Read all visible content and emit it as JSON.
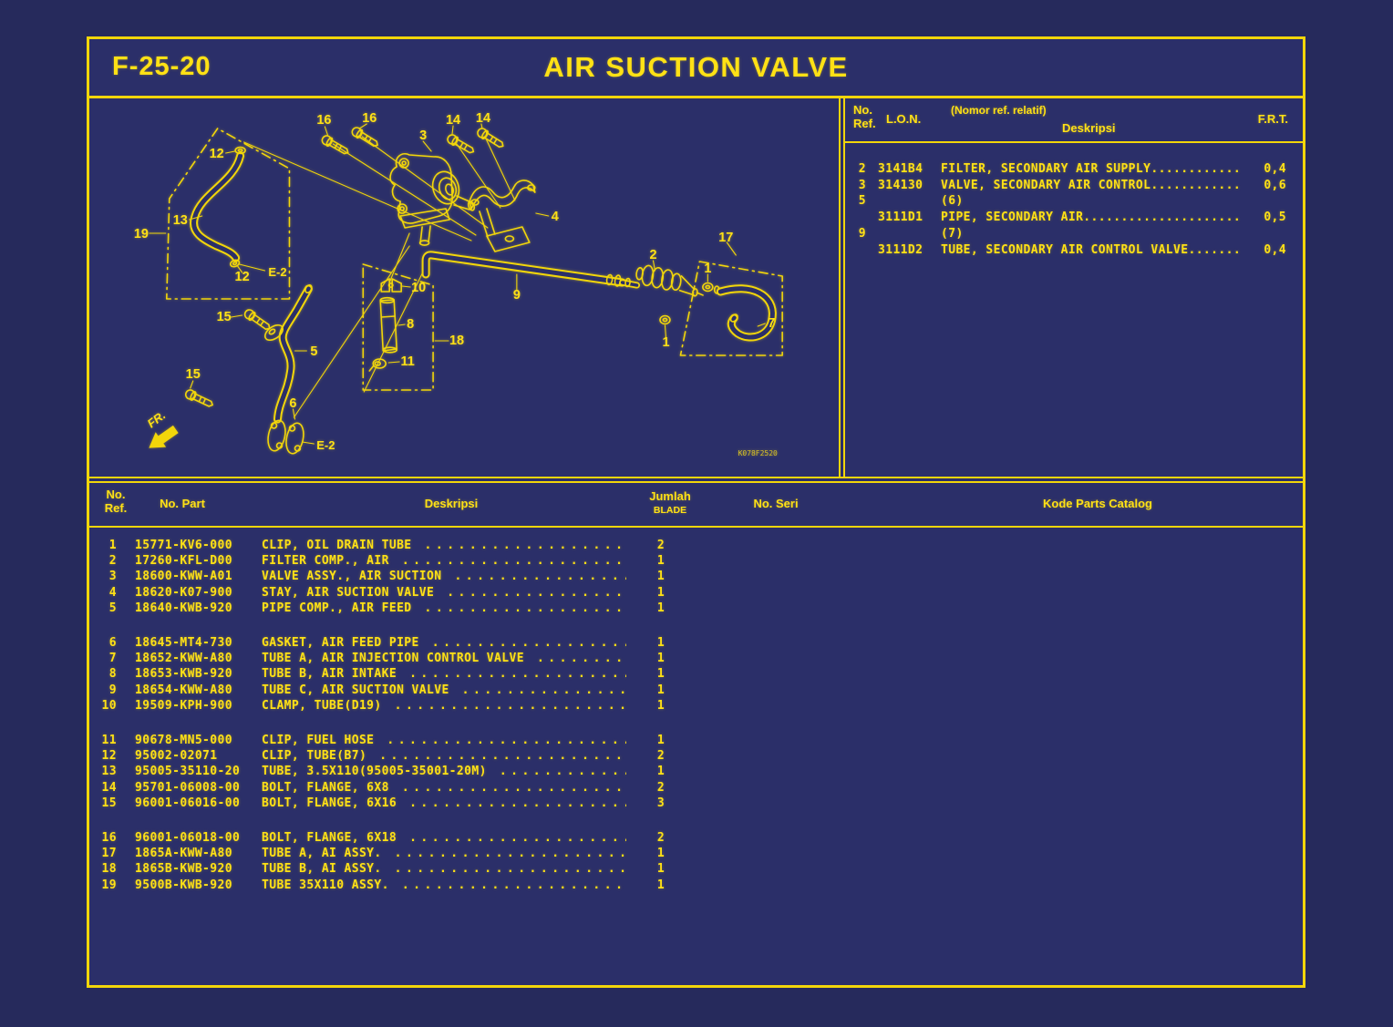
{
  "header": {
    "code": "F-25-20",
    "title": "AIR SUCTION VALVE"
  },
  "lon_panel": {
    "col_no": "No.",
    "col_ref": "Ref.",
    "col_lon": "L.O.N.",
    "col_note": "(Nomor ref. relatif)",
    "col_desc": "Deskripsi",
    "col_frt": "F.R.T.",
    "rows": [
      {
        "ref": "2",
        "lon": "3141B4",
        "desc": "FILTER, SECONDARY AIR SUPPLY............",
        "frt": "0,4"
      },
      {
        "ref": "3",
        "lon": "314130",
        "desc": "VALVE, SECONDARY AIR CONTROL............",
        "frt": "0,6"
      },
      {
        "ref": "5",
        "lon": "",
        "desc": "(6)",
        "frt": ""
      },
      {
        "ref": "",
        "lon": "3111D1",
        "desc": "PIPE, SECONDARY AIR.....................",
        "frt": "0,5"
      },
      {
        "ref": "9",
        "lon": "",
        "desc": "(7)",
        "frt": ""
      },
      {
        "ref": "",
        "lon": "3111D2",
        "desc": "TUBE, SECONDARY AIR CONTROL VALVE.......",
        "frt": "0,4"
      }
    ]
  },
  "parts_panel": {
    "col_no": "No.",
    "col_ref": "Ref.",
    "col_part": "No. Part",
    "col_desc": "Deskripsi",
    "col_jumlah": "Jumlah",
    "col_blade": "BLADE",
    "col_seri": "No. Seri",
    "col_kode": "Kode Parts Catalog",
    "leader_dots": "................................................................",
    "groups": [
      [
        {
          "ref": "1",
          "part": "15771-KV6-000",
          "desc": "CLIP, OIL DRAIN TUBE",
          "qty": "2"
        },
        {
          "ref": "2",
          "part": "17260-KFL-D00",
          "desc": "FILTER COMP., AIR",
          "qty": "1"
        },
        {
          "ref": "3",
          "part": "18600-KWW-A01",
          "desc": "VALVE ASSY., AIR SUCTION",
          "qty": "1"
        },
        {
          "ref": "4",
          "part": "18620-K07-900",
          "desc": "STAY, AIR SUCTION VALVE",
          "qty": "1"
        },
        {
          "ref": "5",
          "part": "18640-KWB-920",
          "desc": "PIPE COMP., AIR FEED",
          "qty": "1"
        }
      ],
      [
        {
          "ref": "6",
          "part": "18645-MT4-730",
          "desc": "GASKET, AIR FEED PIPE",
          "qty": "1"
        },
        {
          "ref": "7",
          "part": "18652-KWW-A80",
          "desc": "TUBE A, AIR INJECTION CONTROL VALVE",
          "qty": "1"
        },
        {
          "ref": "8",
          "part": "18653-KWB-920",
          "desc": "TUBE B, AIR INTAKE",
          "qty": "1"
        },
        {
          "ref": "9",
          "part": "18654-KWW-A80",
          "desc": "TUBE C, AIR SUCTION VALVE",
          "qty": "1"
        },
        {
          "ref": "10",
          "part": "19509-KPH-900",
          "desc": "CLAMP, TUBE(D19)",
          "qty": "1"
        }
      ],
      [
        {
          "ref": "11",
          "part": "90678-MN5-000",
          "desc": "CLIP, FUEL HOSE",
          "qty": "1"
        },
        {
          "ref": "12",
          "part": "95002-02071",
          "desc": "CLIP, TUBE(B7)",
          "qty": "2"
        },
        {
          "ref": "13",
          "part": "95005-35110-20",
          "desc": "TUBE, 3.5X110(95005-35001-20M)",
          "qty": "1"
        },
        {
          "ref": "14",
          "part": "95701-06008-00",
          "desc": "BOLT, FLANGE, 6X8",
          "qty": "2"
        },
        {
          "ref": "15",
          "part": "96001-06016-00",
          "desc": "BOLT, FLANGE, 6X16",
          "qty": "3"
        }
      ],
      [
        {
          "ref": "16",
          "part": "96001-06018-00",
          "desc": "BOLT, FLANGE, 6X18",
          "qty": "2"
        },
        {
          "ref": "17",
          "part": "1865A-KWW-A80",
          "desc": "TUBE A, AI ASSY.",
          "qty": "1"
        },
        {
          "ref": "18",
          "part": "1865B-KWB-920",
          "desc": "TUBE B, AI ASSY.",
          "qty": "1"
        },
        {
          "ref": "19",
          "part": "9500B-KWB-920",
          "desc": "TUBE 35X110 ASSY.",
          "qty": "1"
        }
      ]
    ]
  },
  "diagram": {
    "stamp": "K078F2520",
    "fr": "FR.",
    "labels": {
      "l19": "19",
      "l13": "13",
      "l12a": "12",
      "l12b": "12",
      "e2a": "E-2",
      "l16a": "16",
      "l16b": "16",
      "l14a": "14",
      "l14b": "14",
      "l3": "3",
      "l4": "4",
      "l9": "9",
      "l2": "2",
      "l17": "17",
      "l1a": "1",
      "l1b": "1",
      "l7": "7",
      "l10": "10",
      "l8": "8",
      "l18": "18",
      "l11": "11",
      "l5": "5",
      "l15a": "15",
      "l15b": "15",
      "l6": "6",
      "e2b": "E-2"
    }
  },
  "colors": {
    "background": "#262a5c",
    "panel": "#2b2f69",
    "line_yellow": "#f2d60a",
    "text_yellow": "#ffe115"
  }
}
